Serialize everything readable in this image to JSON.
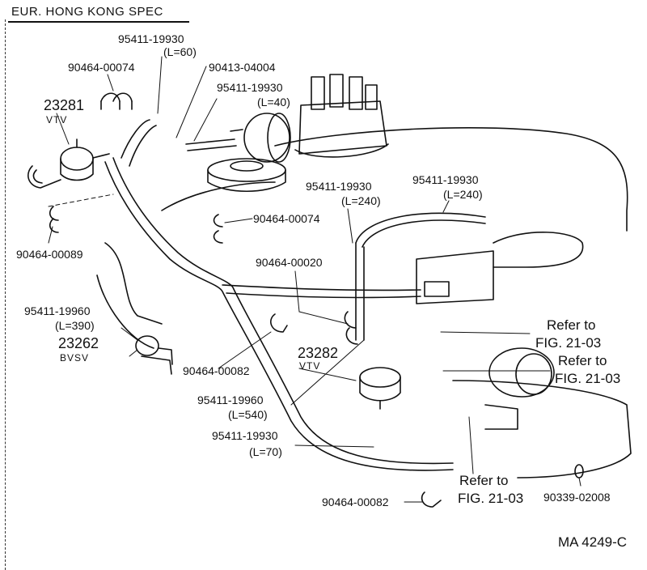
{
  "header": {
    "title": "EUR. HONG  KONG  SPEC"
  },
  "labels": {
    "p1_num": "95411-19930",
    "p1_len": "(L=60)",
    "p2_num": "90464-00074",
    "p3_num": "90413-04004",
    "p4_num": "95411-19930",
    "p4_len": "(L=40)",
    "p5_num": "23281",
    "p5_name": "VTV",
    "p6_num": "95411-19930",
    "p6_len": "(L=240)",
    "p7_num": "95411-19930",
    "p7_len": "(L=240)",
    "p8_num": "90464-00074",
    "p9_num": "90464-00089",
    "p10_num": "90464-00020",
    "p11_num": "95411-19960",
    "p11_len": "(L=390)",
    "p12_num": "23262",
    "p12_name": "BVSV",
    "p13_num": "23282",
    "p13_name": "VTV",
    "p14_num": "90464-00082",
    "p15_num": "95411-19960",
    "p15_len": "(L=540)",
    "p16_num": "95411-19930",
    "p16_len": "(L=70)",
    "p17_num": "90464-00082",
    "p18_num": "90339-02008"
  },
  "refs": {
    "ref1_a": "Refer to",
    "ref1_b": "FIG. 21-03",
    "ref2_a": "Refer to",
    "ref2_b": "FIG. 21-03",
    "ref3_a": "Refer to",
    "ref3_b": "FIG. 21-03"
  },
  "footer": {
    "code": "MA  4249-C"
  }
}
